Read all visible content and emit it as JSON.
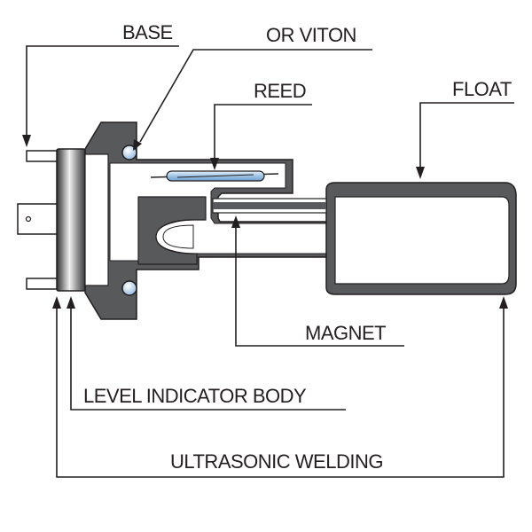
{
  "labels": {
    "base": "BASE",
    "or_viton": "OR VITON",
    "reed": "REED",
    "float": "FLOAT",
    "magnet": "MAGNET",
    "level_indicator_body": "LEVEL INDICATOR BODY",
    "ultrasonic_welding": "ULTRASONIC WELDING"
  },
  "colors": {
    "housing": "#58595b",
    "housing_outline": "#231f20",
    "base_plate_dark": "#3a3a3c",
    "base_plate_light": "#e6e6e6",
    "cavity": "#ffffff",
    "oring": "#bcd8f2",
    "reed_glass": "#a9cbe8",
    "magnet": "#8fbbe6",
    "leader_line": "#231f20"
  }
}
